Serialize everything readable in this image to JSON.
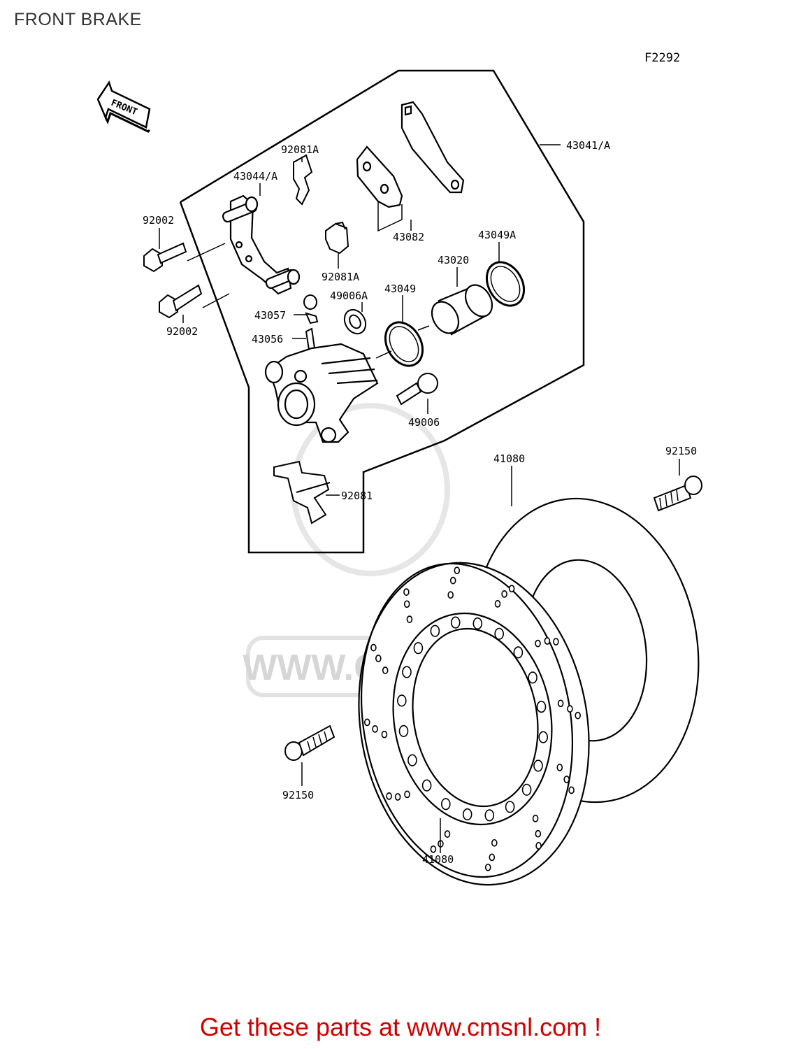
{
  "title": "FRONT BRAKE",
  "figure_code": "F2292",
  "front_label": "FRONT",
  "watermark": "WWW.CMSNL.COM",
  "cta_text": "Get these parts at www.cmsnl.com !",
  "colors": {
    "cta": "#d00000",
    "ink": "#000000",
    "title": "#333333",
    "watermark": "#d6d6d6"
  },
  "parts": [
    {
      "id": "p43041",
      "label": "43041/A"
    },
    {
      "id": "p92081A_top",
      "label": "92081A"
    },
    {
      "id": "p43044",
      "label": "43044/A"
    },
    {
      "id": "p92002_top",
      "label": "92002"
    },
    {
      "id": "p43082",
      "label": "43082"
    },
    {
      "id": "p43049A",
      "label": "43049A"
    },
    {
      "id": "p43020",
      "label": "43020"
    },
    {
      "id": "p92081A_mid",
      "label": "92081A"
    },
    {
      "id": "p49006A",
      "label": "49006A"
    },
    {
      "id": "p43049",
      "label": "43049"
    },
    {
      "id": "p43057",
      "label": "43057"
    },
    {
      "id": "p92002_bot",
      "label": "92002"
    },
    {
      "id": "p43056",
      "label": "43056"
    },
    {
      "id": "p49006",
      "label": "49006"
    },
    {
      "id": "p92150_right",
      "label": "92150"
    },
    {
      "id": "p41080_top",
      "label": "41080"
    },
    {
      "id": "p92081",
      "label": "92081"
    },
    {
      "id": "p92150_left",
      "label": "92150"
    },
    {
      "id": "p41080_bot",
      "label": "41080"
    }
  ]
}
